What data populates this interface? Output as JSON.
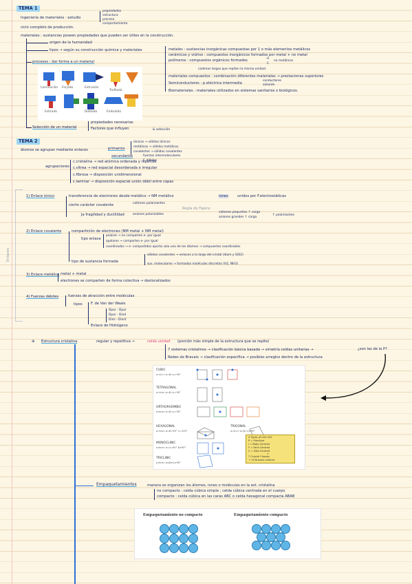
{
  "tema1": {
    "title": "TEMA 1",
    "ing_lead": "Ingeniería de materiales : estudio",
    "ing_items": [
      "propiedades",
      "estructura",
      "proceso",
      "comportamiento"
    ],
    "ciclo": "ciclo completo de producción.",
    "materiales_line": "materiales : sustancias poseen propiedades que pueden ser útiles en la construcción.",
    "origen": "origen de la humanidad",
    "tipos_lead": "tipos → según su construcción química y materiales",
    "metales": "metales : sustancias inorgánicas compuestas por 1 o más elementos metálicos",
    "ceramicos": "cerámicos y vidrios : compuestos inorgánicos formados por metal + no metal",
    "polimeros": "polímeros : compuestos orgánicos formados",
    "polimeros_items": [
      "H",
      "C",
      "no metálicos"
    ],
    "polimeros_cont": "cadenas largas que repiten la misma unidad.",
    "compuestos": "materiales compuestos : combinación diferentes materiales → prestaciones superiores",
    "semicon": "Semiconductores : p.eléctrica intermedia",
    "semicon_items": [
      "conductores",
      "aislante"
    ],
    "biomat": "Biomateriales : materiales utilizados en sistemas sanitarios o biológicos.",
    "procesos": "procesos : dar forma a un material",
    "seleccion": "Selección de un material",
    "seleccion_items": [
      "propiedades necesarias",
      "Factores que influyen",
      "& selección"
    ]
  },
  "tema2": {
    "title": "TEMA 2",
    "atomos": "átomos se agrupan mediante enlaces",
    "primarios": "primarios",
    "primarios_items": [
      "iónicos → sólidos iónicos",
      "metálicos → sólidos metálicos",
      "covalentes → sólidos covalentes"
    ],
    "secundarios": "secundarios",
    "secundarios_items": [
      "fuerzas intermoleculares",
      "F. débiles"
    ],
    "agrupaciones": "agrupaciones",
    "cristalina": "c.cristalina → red atómica ordenada y repetida",
    "vitrea": "c.vítrea → red espacial desordenada e irregular",
    "fibrosa": "c.fibrosa → disposición unidimensional",
    "laminar": "c.laminar → disposición espacial unión débil entre capas"
  },
  "enlaces": {
    "side_label": "Enlaces",
    "ionico_title": "1) Enlace iónico",
    "ionico_1": "transferencia de electrones desde metálico → NM metálico",
    "ionico_iones": "iones",
    "ionico_iones_note": "unidos por F.electrostáticas",
    "ionico_cierto": "cierto carácter covalente",
    "ionico_cierto_items": [
      "cationes polarizantes",
      "aniones polarizables"
    ],
    "regla": "Regla de Fajans",
    "regla_items": [
      "cationes pequeños ↑ carga",
      "aniones grandes ↑ carga"
    ],
    "regla_pol": "↑ polarizantes",
    "fragil": "Ja fragilidad y ductilidad",
    "covalente_title": "2) Enlace covalente",
    "cov_1": "compartición de electrones (NM metal + NM metal)",
    "cov_tipo": "tipo enlace",
    "cov_items": [
      "polares → no comparten e- por igual",
      "apolares → comparten e- por igual",
      "coordinados → e- compartidos aporta solo uno de los átomos → compuestos coordinados"
    ],
    "cov_sust": "tipo de sustancia formada",
    "cov_sust_items": [
      "sólidos covalentes → enlaces a lo largo del cristal (diam y SiO2)",
      "sus. moleculares → formadas moléculas discretas (H2, NH3)"
    ],
    "metalico_title": "3) Enlace metálico",
    "met_1": "metal + metal",
    "met_2": "electrones se comparten de forma colectiva → deslocalizados",
    "debiles_title": "4) Fuerzas débiles",
    "deb_1": "fuerzas de atracción entre moléculas",
    "deb_tipos": "tipos",
    "deb_vdw": "F. de Van der Waals",
    "deb_vdw_items": [
      "Dpar - Dpar",
      "Dpar - Dind",
      "Dins - Dinst"
    ],
    "deb_h": "Enlace de Hidrógeno"
  },
  "estructura": {
    "title": "Estructura cristalina",
    "line1": "regular y repetitiva →",
    "celda": "celda unidad",
    "line1_end": "(porción más simple de la estructura que se repite)",
    "sistemas": "7 sistemas cristalinos → clasificación básica basada → simetría celdas unitarias →",
    "sistemas_q": "¿son las de la P?",
    "redes": "Redes de Bravais → clasificación específica → posibles arreglos dentro de la estructura",
    "lattice_names": [
      "CUBIC",
      "TETRAGONAL",
      "ORTHORHOMBIC",
      "HEXAGONAL",
      "TRIGONAL",
      "MONOCLINIC",
      "TRICLINIC"
    ],
    "lattice_params": [
      "a=b=c α=β=γ=90°",
      "a=b≠c α=β=γ=90°",
      "a≠b≠c α=β=γ=90°",
      "a=b≠c α=β=90° γ=120°",
      "a=b=c α=β=γ≠90°",
      "a≠b≠c α=γ=90° β≠90°",
      "a≠b≠c α≠β≠γ≠90°"
    ],
    "lattice_legend": [
      "4 Types of Unit Cell",
      "P = Primitive",
      "I = Body-Centred",
      "F = Face-Centred",
      "C = Side-Centred",
      "+",
      "7 Crystal Classes",
      "→ 14 Bravais Lattices"
    ]
  },
  "empaq": {
    "title": "Empaquetamientos",
    "line1": "manera se organizan los átomos, iones o moléculas en la est. cristalina",
    "nocomp": "no compacto : celda cúbica simple ; celda cúbica centrada en el cuerpo",
    "comp": "compacto : celda cúbica en las caras ABC o celda hexagonal compacta ABAB",
    "label_nocomp": "Empaquetamiento no compacto",
    "label_comp": "Empaquetamiento compacto"
  },
  "process_labels": [
    "Laminación",
    "Forjado",
    "Extrusión",
    "Trefilado",
    "Estirado",
    "Doblado",
    "Embutido"
  ]
}
